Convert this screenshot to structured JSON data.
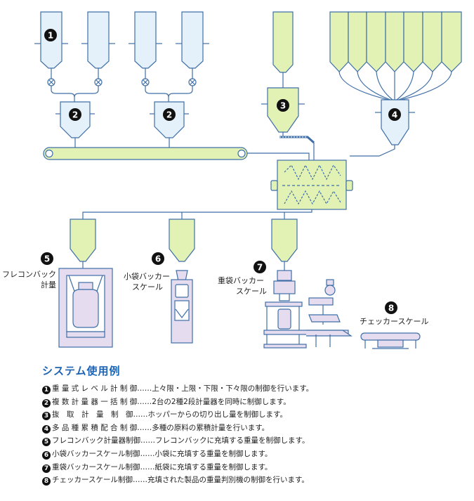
{
  "badges": [
    "1",
    "2",
    "2",
    "3",
    "4",
    "5",
    "6",
    "7",
    "8"
  ],
  "labels": {
    "flecon_line1": "フレコンバック",
    "flecon_line2": "計量",
    "small_bag_line1": "小袋バッカー",
    "small_bag_line2": "スケール",
    "heavy_bag_line1": "重袋バッカー",
    "heavy_bag_line2": "スケール",
    "checker": "チェッカースケール"
  },
  "legend": {
    "title": "システム使用例",
    "rows": [
      {
        "num": "1",
        "name": "重 量 式 レ ベ ル 計 制 御",
        "desc": "……上々限・上限・下限・下々限の制御を行います。"
      },
      {
        "num": "2",
        "name": "複 数 計 量 器 一 括 制 御",
        "desc": "……2台の2種2段計量器を同時に制御します。"
      },
      {
        "num": "3",
        "name": "抜　取　計　量　制　御",
        "desc": "……ホッパーからの切り出し量を制御します。"
      },
      {
        "num": "4",
        "name": "多 品 種 累 積 配 合 制 御",
        "desc": "……多種の原料の累積計量を行います。"
      },
      {
        "num": "5",
        "name": "フレコンバック計量器制御",
        "desc": "……フレコンバックに充填する重量を制御します。"
      },
      {
        "num": "6",
        "name": "小袋バッカースケール制御",
        "desc": "……小袋に充填する重量を制御します。"
      },
      {
        "num": "7",
        "name": "重袋バッカースケール制御",
        "desc": "……紙袋に充填する重量を制御します。"
      },
      {
        "num": "8",
        "name": "チェッカースケール制御",
        "desc": "……充填された製品の重量判別機の制御を行います。"
      }
    ]
  },
  "colors": {
    "line": "#3f6fa6",
    "blue_fill": "#e4f1fa",
    "green_fill": "#e2f2b4",
    "purple_fill": "#e5dcf0",
    "badge": "#111111",
    "title": "#1e63b4"
  }
}
